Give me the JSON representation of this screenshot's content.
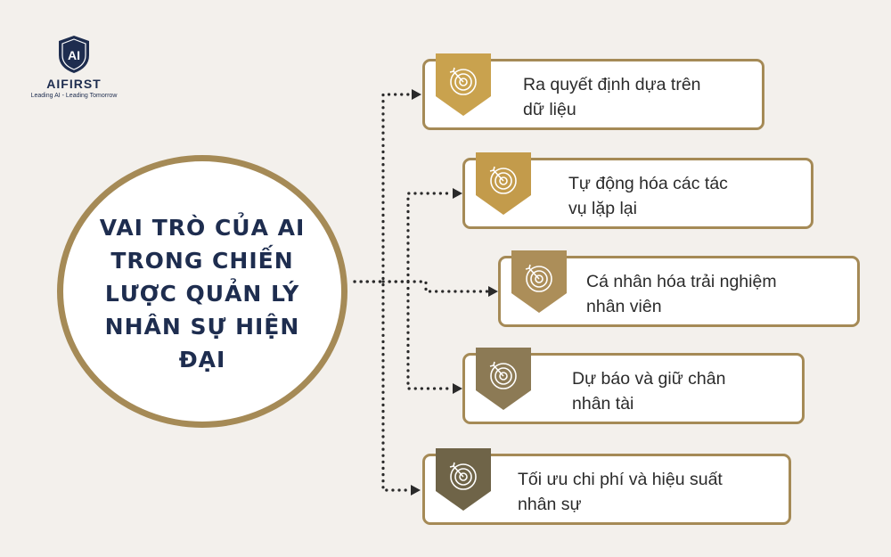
{
  "logo": {
    "mark": "AI",
    "name": "AIFIRST",
    "tagline": "Leading AI - Leading Tomorrow"
  },
  "center": {
    "title": "VAI TRÒ CỦA AI TRONG CHIẾN LƯỢC QUẢN LÝ NHÂN SỰ HIỆN ĐẠI"
  },
  "roles": [
    {
      "line1": "Ra quyết định dựa trên",
      "line2": "dữ liệu",
      "badge_color": "#c9a24e",
      "icon": "target-icon"
    },
    {
      "line1": "Tự động hóa các tác",
      "line2": "vụ lặp lại",
      "badge_color": "#c39b4b",
      "icon": "target-icon"
    },
    {
      "line1": "Cá nhân hóa trải nghiệm",
      "line2": "nhân viên",
      "badge_color": "#ac8e59",
      "icon": "target-icon"
    },
    {
      "line1": "Dự báo và giữ chân",
      "line2": "nhân tài",
      "badge_color": "#8c7a55",
      "icon": "target-icon"
    },
    {
      "line1": "Tối ưu chi phí và hiệu suất",
      "line2": "nhân sự",
      "badge_color": "#6f6448",
      "icon": "target-icon"
    }
  ],
  "colors": {
    "background": "#f3f0ec",
    "gold": "#a58a56",
    "navy": "#1e2d4f",
    "dots": "#2a2a2a"
  }
}
